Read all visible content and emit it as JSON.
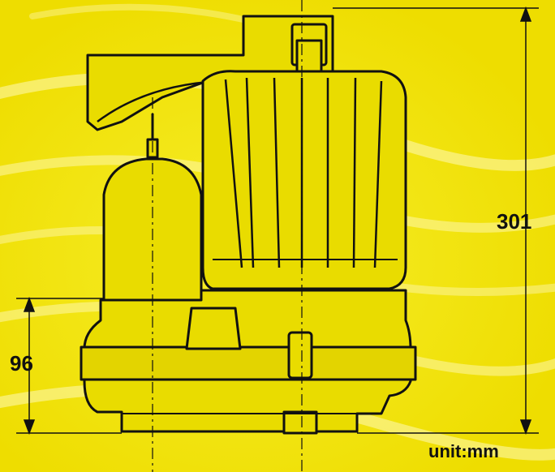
{
  "dimensions": {
    "overall_height": "301",
    "inlet_height": "96",
    "unit": "unit:mm"
  },
  "colors": {
    "background": "#f2e600",
    "swirl": "#fff9b8",
    "ink": "#111111",
    "pump_fill": "#e9dc00"
  }
}
